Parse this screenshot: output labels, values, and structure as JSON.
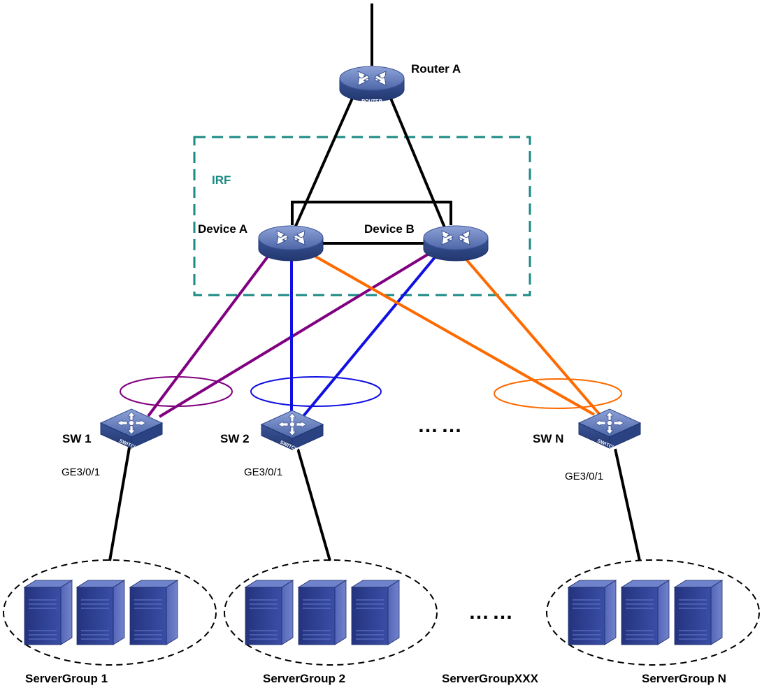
{
  "colors": {
    "irf_box": "#1a8a84",
    "link_purple": "#800080",
    "link_blue": "#1010e0",
    "link_orange": "#ff6a00",
    "device_top": "#5b75b8",
    "device_side": "#2f4a8c",
    "server_front": "#2a3a8c",
    "server_side": "#4a5cb0"
  },
  "router": {
    "name": "Router A",
    "caption": "ROUTER",
    "icon": "router-icon"
  },
  "irf": {
    "label": "IRF"
  },
  "devices": [
    {
      "name": "Device A",
      "icon": "core-switch-icon"
    },
    {
      "name": "Device B",
      "icon": "core-switch-icon"
    }
  ],
  "access_switches": [
    {
      "name": "SW 1",
      "port": "GE3/0/1",
      "caption": "SWITCH",
      "link_color": "purple"
    },
    {
      "name": "SW 2",
      "port": "GE3/0/1",
      "caption": "SWITCH",
      "link_color": "blue"
    },
    {
      "name": "SW N",
      "port": "GE3/0/1",
      "caption": "SWITCH",
      "link_color": "orange"
    }
  ],
  "server_groups": [
    {
      "name": "ServerGroup 1",
      "icon": "server-icon"
    },
    {
      "name": "ServerGroup 2",
      "icon": "server-icon"
    },
    {
      "name": "ServerGroupXXX"
    },
    {
      "name": "ServerGroup N",
      "icon": "server-icon"
    }
  ],
  "ellipsis": "……"
}
